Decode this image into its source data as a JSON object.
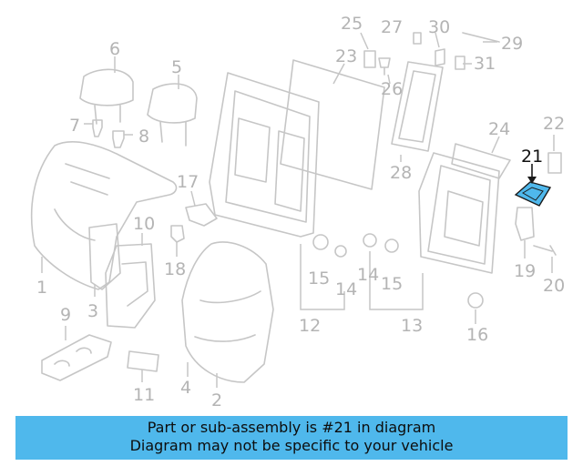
{
  "callouts": {
    "c1": "1",
    "c2": "2",
    "c3": "3",
    "c4": "4",
    "c5": "5",
    "c6": "6",
    "c7": "7",
    "c8": "8",
    "c9": "9",
    "c10": "10",
    "c11": "11",
    "c12": "12",
    "c13": "13",
    "c14a": "14",
    "c14b": "14",
    "c15a": "15",
    "c15b": "15",
    "c16": "16",
    "c17": "17",
    "c18": "18",
    "c19": "19",
    "c20": "20",
    "c21": "21",
    "c22": "22",
    "c23": "23",
    "c24": "24",
    "c25": "25",
    "c26": "26",
    "c27": "27",
    "c28": "28",
    "c29": "29",
    "c30": "30",
    "c31": "31"
  },
  "highlight": {
    "part_number": "21",
    "color": "#4fb8ec"
  },
  "banner": {
    "line1": "Part or sub-assembly is #21 in diagram",
    "line2": "Diagram may not be specific to your vehicle",
    "background": "#4fb8ec"
  }
}
